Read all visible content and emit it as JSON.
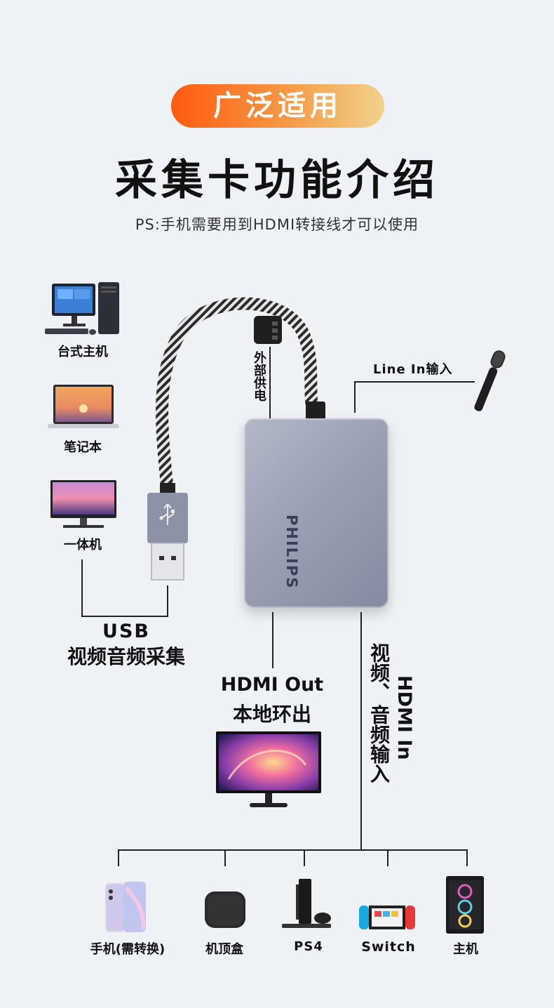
{
  "header": {
    "pill_label": "广泛适用",
    "title": "采集卡功能介绍",
    "note": "PS:手机需要用到HDMI转接线才可以使用"
  },
  "sources": {
    "desktop": "台式主机",
    "laptop": "笔记本",
    "aio": "一体机"
  },
  "connections": {
    "power": "外部供电",
    "line_in": "Line In输入",
    "usb_title": "USB",
    "usb_sub": "视频音频采集",
    "hdmi_out_title": "HDMI Out",
    "hdmi_out_sub": "本地环出",
    "hdmi_in_title": "HDMI In",
    "hdmi_in_sub1": "视频、",
    "hdmi_in_sub2": "音频输入"
  },
  "device": {
    "brand": "PHILIPS"
  },
  "inputs": {
    "phone": "手机(需转换)",
    "settop": "机顶盒",
    "ps4": "PS4",
    "switch": "Switch",
    "host": "主机"
  },
  "colors": {
    "accent_start": "#ff5a10",
    "accent_end": "#f0d28c",
    "device": "#9ba1b4"
  }
}
